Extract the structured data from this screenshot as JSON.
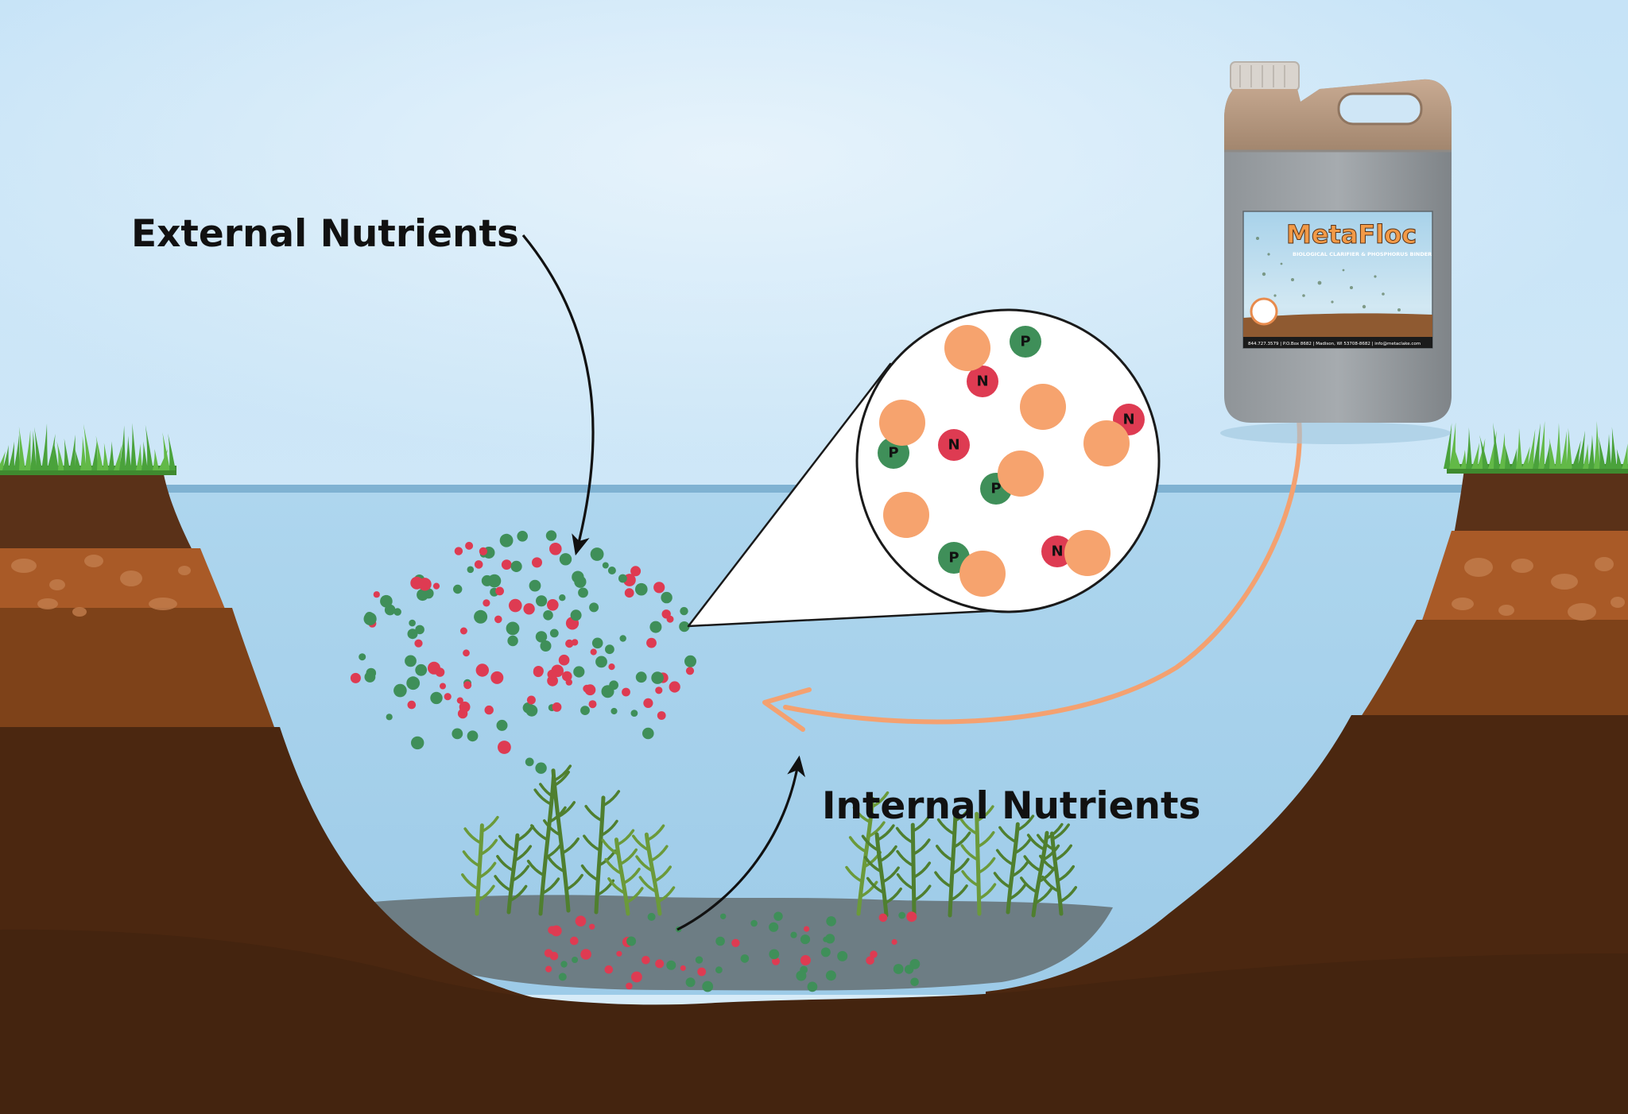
{
  "labels": {
    "external": "External Nutrients",
    "internal": "Internal Nutrients"
  },
  "molecules": {
    "phosphorus": "P",
    "nitrogen": "N"
  },
  "product": {
    "brand_prefix": "Meta",
    "brand_suffix": "Floc",
    "tagline": "BIOLOGICAL CLARIFIER & PHOSPHORUS BINDER",
    "contact": "844.727.3579  |  P.O.Box 8682  |  Madison, WI 53708-8682  |  info@metaclake.com"
  },
  "colors": {
    "phosphorus": "#3f8f59",
    "nitrogen": "#de3b52",
    "binder": "#f6a36e",
    "water": "#a6d2ec",
    "sky_top": "#c3e2f6",
    "flow_arrow": "#f4a170",
    "soil_dark": "#44240f",
    "sediment": "#6b7b82",
    "grass": "#4aa23b"
  }
}
